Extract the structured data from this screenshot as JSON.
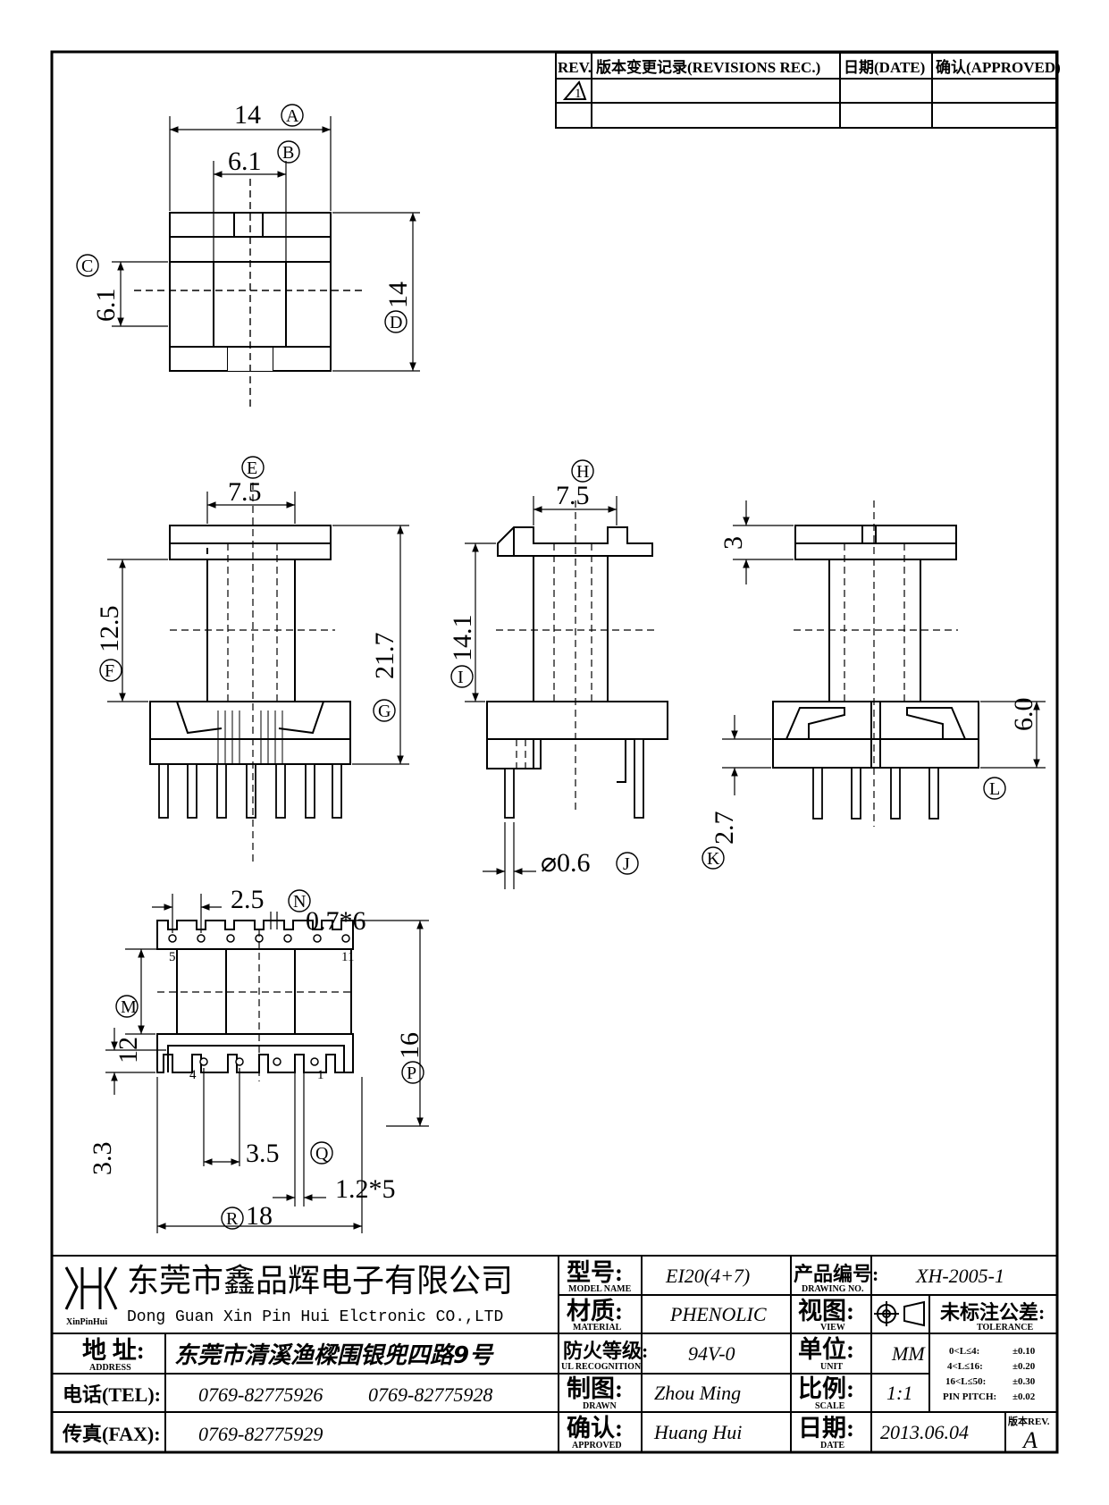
{
  "revision_table": {
    "rev_header": "REV.",
    "rec_header": "版本变更记录(REVISIONS REC.)",
    "date_header": "日期(DATE)",
    "approved_header": "确认(APPROVED)",
    "rev_symbol": "1"
  },
  "dimensions": {
    "top_view": {
      "a": "14",
      "a_ref": "A",
      "b": "6.1",
      "b_ref": "B",
      "c": "6.1",
      "c_ref": "C",
      "d": "14",
      "d_ref": "D"
    },
    "front_view": {
      "e": "7.5",
      "e_ref": "E",
      "f": "12.5",
      "f_ref": "F",
      "g": "21.7",
      "g_ref": "G"
    },
    "side_view": {
      "h": "7.5",
      "h_ref": "H",
      "i": "14.1",
      "i_ref": "I",
      "j": "⌀0.6",
      "j_ref": "J"
    },
    "right_view": {
      "top": "3",
      "k": "2.7",
      "k_ref": "K",
      "l": "6.0",
      "l_ref": "L"
    },
    "bottom_view": {
      "n": "2.5",
      "n_ref": "N",
      "pin_w": "0.7*6",
      "m": "12",
      "m_ref": "M",
      "p": "16",
      "p_ref": "P",
      "left": "3.3",
      "q": "3.5",
      "q_ref": "Q",
      "pitch": "1.2*5",
      "r": "18",
      "r_ref": "R",
      "pin_5": "5",
      "pin_11": "11",
      "pin_4": "4",
      "pin_1": "1"
    }
  },
  "title_block": {
    "logo_text": "XinPinHui",
    "company_cn": "东莞市鑫品辉电子有限公司",
    "company_en": "Dong Guan Xin Pin Hui Elctronic CO.,LTD",
    "address_label": "地 址:",
    "address_label_en": "ADDRESS",
    "address": "东莞市清溪渔樑围银兜四路9号",
    "tel_label": "电话(TEL):",
    "tel1": "0769-82775926",
    "tel2": "0769-82775928",
    "fax_label": "传真(FAX):",
    "fax": "0769-82775929",
    "model_label": "型号:",
    "model_label_en": "MODEL NAME",
    "model": "EI20(4+7)",
    "material_label": "材质:",
    "material_label_en": "MATERIAL",
    "material": "PHENOLIC",
    "flame_label": "防火等级:",
    "flame_label_en": "UL RECOGNITION",
    "flame": "94V-0",
    "drawn_label": "制图:",
    "drawn_label_en": "DRAWN",
    "drawn": "Zhou Ming",
    "approved_label": "确认:",
    "approved_label_en": "APPROVED",
    "approved": "Huang Hui",
    "drawing_no_label": "产品编号:",
    "drawing_no_label_en": "DRAWING NO.",
    "drawing_no": "XH-2005-1",
    "view_label": "视图:",
    "view_label_en": "VIEW",
    "unit_label": "单位:",
    "unit_label_en": "UNIT",
    "unit": "MM",
    "scale_label": "比例:",
    "scale_label_en": "SCALE",
    "scale": "1:1",
    "date_label": "日期:",
    "date_label_en": "DATE",
    "date": "2013.06.04",
    "tolerance_title": "未标注公差:",
    "tolerance_en": "TOLERANCE",
    "tolerances": [
      {
        "range": "0<L≤4:",
        "value": "±0.10"
      },
      {
        "range": "4<L≤16:",
        "value": "±0.20"
      },
      {
        "range": "16<L≤50:",
        "value": "±0.30"
      },
      {
        "range": "PIN PITCH:",
        "value": "±0.02"
      }
    ],
    "rev_label": "版本REV.",
    "rev": "A"
  }
}
